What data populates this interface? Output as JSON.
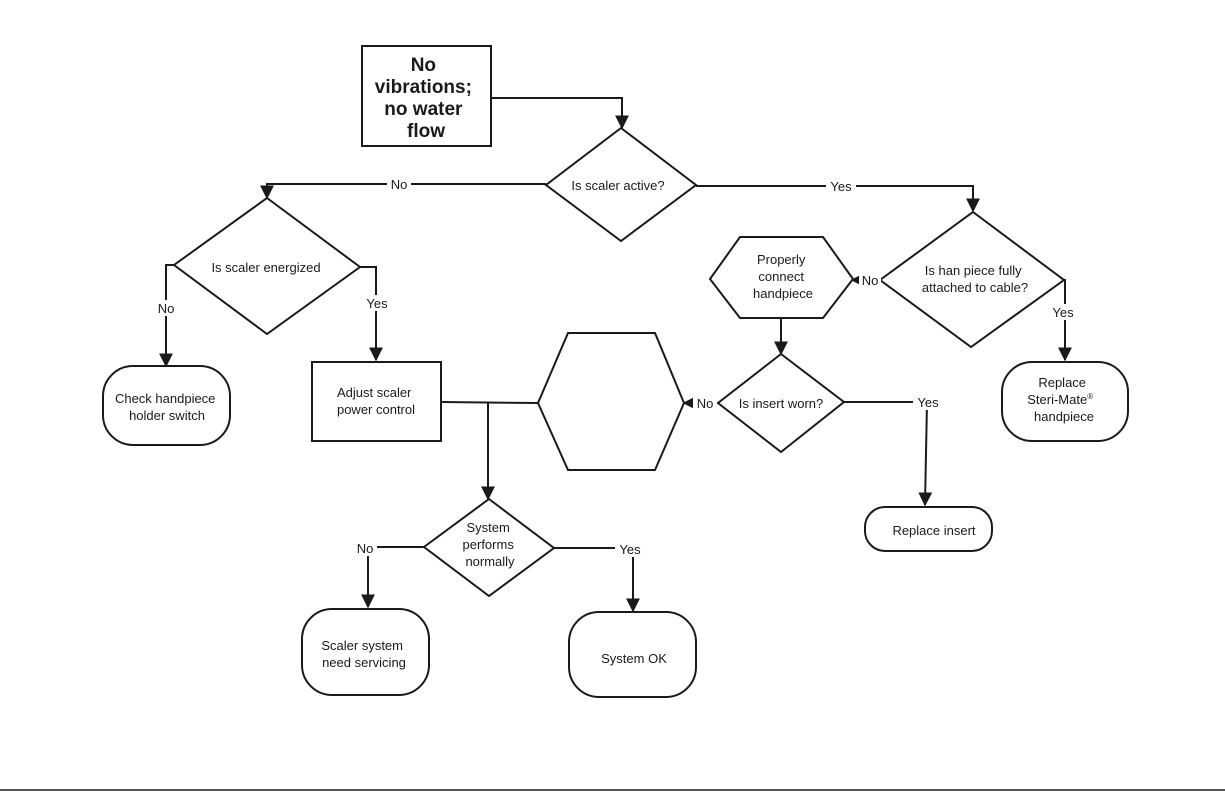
{
  "nodes": {
    "start": {
      "lines": [
        "No",
        "vibrations;",
        "no water",
        "flow"
      ]
    },
    "scaler_active": {
      "lines": [
        "Is scaler active?"
      ]
    },
    "scaler_energized": {
      "lines": [
        "Is scaler energized"
      ]
    },
    "check_holder": {
      "lines": [
        "Check handpiece",
        "holder switch"
      ]
    },
    "adjust_power": {
      "lines": [
        "Adjust scaler",
        "power control"
      ]
    },
    "system_performs": {
      "lines": [
        "System",
        "performs",
        "normally"
      ]
    },
    "need_servicing": {
      "lines": [
        "Scaler system",
        "need servicing"
      ]
    },
    "system_ok": {
      "lines": [
        "System OK"
      ]
    },
    "handpiece_attached": {
      "lines": [
        "Is han  piece fully",
        "attached to cable?"
      ]
    },
    "connect_handpiece": {
      "lines": [
        "Properly",
        "connect",
        "handpiece"
      ]
    },
    "replace_steri": {
      "lines": [
        "Replace",
        "Steri-Mate",
        "handpiece"
      ],
      "superscript": "®"
    },
    "insert_worn": {
      "lines": [
        "Is insert worn?"
      ]
    },
    "blank_hexagon": {
      "lines": []
    },
    "replace_insert": {
      "lines": [
        "Replace insert"
      ]
    }
  },
  "edges": {
    "active_no": "No",
    "active_yes": "Yes",
    "energized_no": "No",
    "energized_yes": "Yes",
    "performs_no": "No",
    "performs_yes": "Yes",
    "attached_no": "No",
    "attached_yes": "Yes",
    "worn_no": "No",
    "worn_yes": "Yes"
  }
}
